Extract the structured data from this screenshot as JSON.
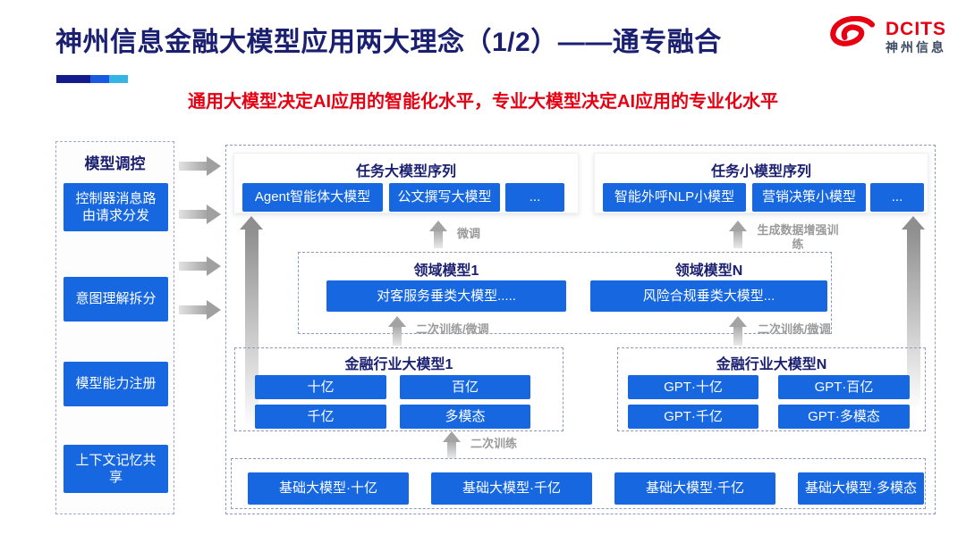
{
  "colors": {
    "accent_blue": "#1667e0",
    "navy_text": "#1a1f70",
    "red_accent": "#e60012",
    "arrow_gray": "#9a9a9a",
    "grad_bar": [
      "#141b8c",
      "#1a5ae0",
      "#35b5e5"
    ]
  },
  "header": {
    "title": "神州信息金融大模型应用两大理念（1/2）——通专融合",
    "subtitle": "通用大模型决定AI应用的智能化水平，专业大模型决定AI应用的专业化水平",
    "logo_text": "DCITS",
    "logo_subtext": "神州信息"
  },
  "sidebar": {
    "title": "模型调控",
    "items": [
      "控制器消息路由请求分发",
      "意图理解拆分",
      "模型能力注册",
      "上下文记忆共享"
    ]
  },
  "task_large_models": {
    "title": "任务大模型序列",
    "items": [
      "Agent智能体大模型",
      "公文撰写大模型",
      "..."
    ]
  },
  "task_small_models": {
    "title": "任务小模型序列",
    "items": [
      "智能外呼NLP小模型",
      "营销决策小模型",
      "..."
    ]
  },
  "domain_models": {
    "left": {
      "title": "领域模型1",
      "model": "对客服务垂类大模型....."
    },
    "right": {
      "title": "领域模型N",
      "model": "风险合规垂类大模型..."
    }
  },
  "industry_models": {
    "left": {
      "title": "金融行业大模型1",
      "items": [
        "十亿",
        "百亿",
        "千亿",
        "多模态"
      ]
    },
    "right": {
      "title": "金融行业大模型N",
      "items": [
        "GPT·十亿",
        "GPT·百亿",
        "GPT·千亿",
        "GPT·多模态"
      ]
    }
  },
  "base_models": {
    "items": [
      "基础大模型·十亿",
      "基础大模型·千亿",
      "基础大模型·千亿",
      "基础大模型·多模态"
    ]
  },
  "arrow_labels": {
    "finetune": "微调",
    "gen_data_training": "生成数据增强训练",
    "retrain_finetune": "二次训练/微调",
    "retrain": "二次训练"
  }
}
